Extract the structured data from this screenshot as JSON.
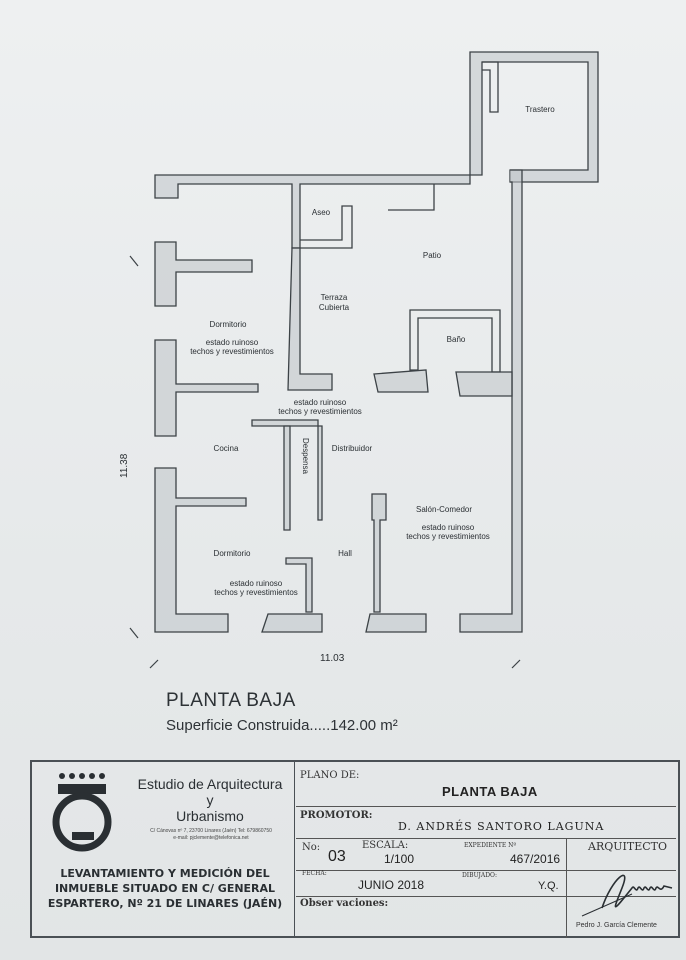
{
  "plan": {
    "rooms": {
      "trastero": "Trastero",
      "aseo": "Aseo",
      "patio": "Patio",
      "terraza_1": "Terraza",
      "terraza_2": "Cubierta",
      "dormitorio_1": "Dormitorio",
      "estado_1a": "estado ruinoso",
      "estado_1b": "techos y revestimientos",
      "bano": "Baño",
      "estado_2a": "estado ruinoso",
      "estado_2b": "techos y revestimientos",
      "cocina": "Cocina",
      "despensa": "Despensa",
      "distribuidor": "Distribuidor",
      "salon": "Salón-Comedor",
      "estado_3a": "estado ruinoso",
      "estado_3b": "techos y revestimientos",
      "dormitorio_2": "Dormitorio",
      "estado_4a": "estado ruinoso",
      "estado_4b": "techos y revestimientos",
      "hall": "Hall"
    },
    "dim_vertical": "11.38",
    "dim_horizontal": "11.03"
  },
  "heading": {
    "title": "PLANTA BAJA",
    "surface_label": "Superficie Construida.....142.00 m²"
  },
  "cartouche": {
    "studio_line1": "Estudio de Arquitectura",
    "studio_line2": "y",
    "studio_line3": "Urbanismo",
    "address": "C/ Cánovas nº 7, 23700 Linares (Jaén)  Tel: 679860750",
    "email": "e-mail: pjclemente@telefonica.net",
    "lev_line1": "LEVANTAMIENTO Y MEDICIÓN DEL",
    "lev_line2": "INMUEBLE SITUADO EN C/ GENERAL",
    "lev_line3": "ESPARTERO, Nº 21 DE LINARES (JAÉN)",
    "plano_label": "PLANO DE:",
    "plano_value": "PLANTA BAJA",
    "promotor_label": "PROMOTOR:",
    "promotor_value": "D. ANDRÉS SANTORO LAGUNA",
    "no_label": "No:",
    "no_value": "03",
    "escala_label": "ESCALA:",
    "escala_value": "1/100",
    "expediente_label": "EXPEDIENTE Nº",
    "expediente_value": "467/2016",
    "arquitecto_label": "ARQUITECTO",
    "fecha_label": "FECHA:",
    "fecha_value": "JUNIO 2018",
    "dibujado_label": "DIBUJADO:",
    "dibujado_value": "Y.Q.",
    "obs_label": "Obser vaciones:",
    "architect_name": "Pedro J. García Clemente"
  }
}
